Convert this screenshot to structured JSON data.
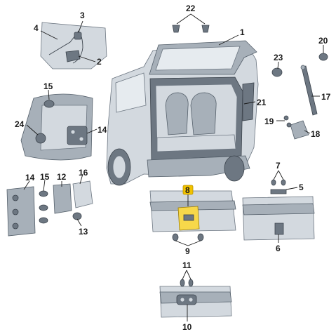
{
  "callouts": {
    "c1": "1",
    "c2": "2",
    "c3": "3",
    "c4": "4",
    "c5": "5",
    "c6": "6",
    "c7": "7",
    "c8": "8",
    "c9": "9",
    "c10": "10",
    "c11": "11",
    "c12": "12",
    "c13": "13",
    "c14a": "14",
    "c14b": "14",
    "c15a": "15",
    "c15b": "15",
    "c16": "16",
    "c17": "17",
    "c18": "18",
    "c19": "19",
    "c20": "20",
    "c21": "21",
    "c22": "22",
    "c23": "23",
    "c24": "24"
  },
  "colors": {
    "highlight": "#f2c300",
    "metal": "#a7b0b9",
    "dark_metal": "#6d7782"
  }
}
